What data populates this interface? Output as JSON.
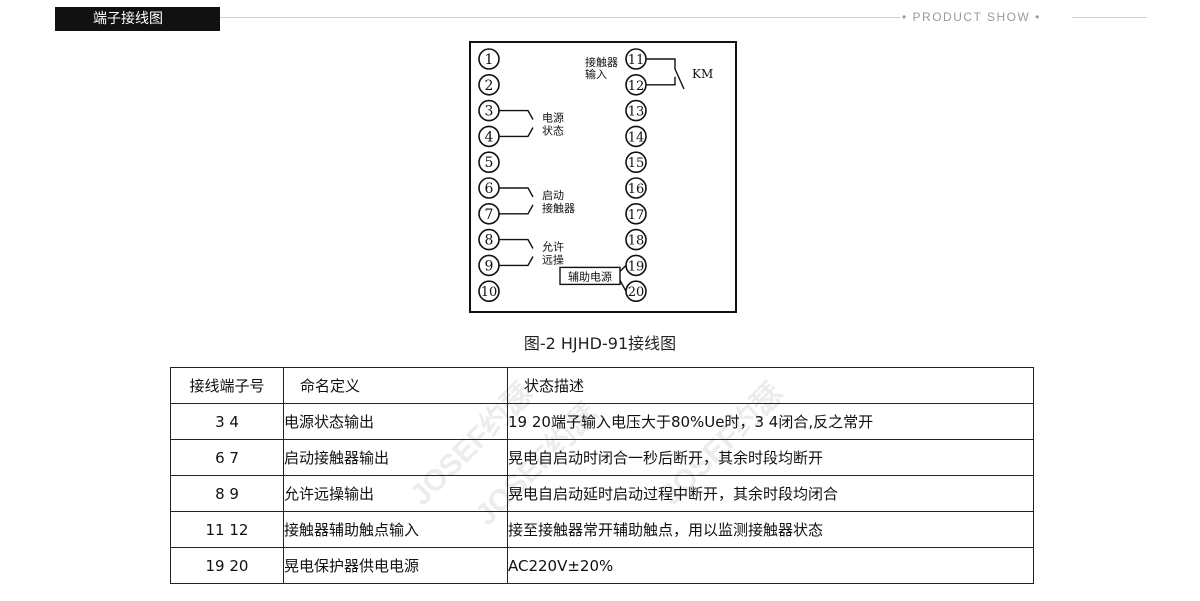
{
  "header": {
    "section_title": "端子接线图",
    "right_label": "PRODUCT SHOW",
    "line_dot": "•"
  },
  "diagram": {
    "left_terminals": [
      "1",
      "2",
      "3",
      "4",
      "5",
      "6",
      "7",
      "8",
      "9",
      "10"
    ],
    "right_terminals": [
      "11",
      "12",
      "13",
      "14",
      "15",
      "16",
      "17",
      "18",
      "19",
      "20"
    ],
    "labels": {
      "power_status": [
        "电源",
        "状态"
      ],
      "start_contactor": [
        "启动",
        "接触器"
      ],
      "allow_remote": [
        "允许",
        "远操"
      ],
      "contactor_input": [
        "接触器",
        "输入"
      ],
      "km": "KM",
      "aux_power": "辅助电源"
    }
  },
  "caption": "图-2 HJHD-91接线图",
  "table": {
    "headers": [
      "接线端子号",
      "命名定义",
      "状态描述"
    ],
    "rows": [
      [
        "3  4",
        "电源状态输出",
        "19 20端子输入电压大于80%Ue时，3  4闭合,反之常开"
      ],
      [
        "6  7",
        "启动接触器输出",
        "晃电自启动时闭合一秒后断开，其余时段均断开"
      ],
      [
        "8  9",
        "允许远操输出",
        "晃电自启动延时启动过程中断开，其余时段均闭合"
      ],
      [
        "11  12",
        "接触器辅助触点输入",
        "接至接触器常开辅助触点，用以监测接触器状态"
      ],
      [
        "19  20",
        "晃电保护器供电电源",
        "AC220V±20%"
      ]
    ]
  },
  "watermark": "JOSEF约瑟"
}
